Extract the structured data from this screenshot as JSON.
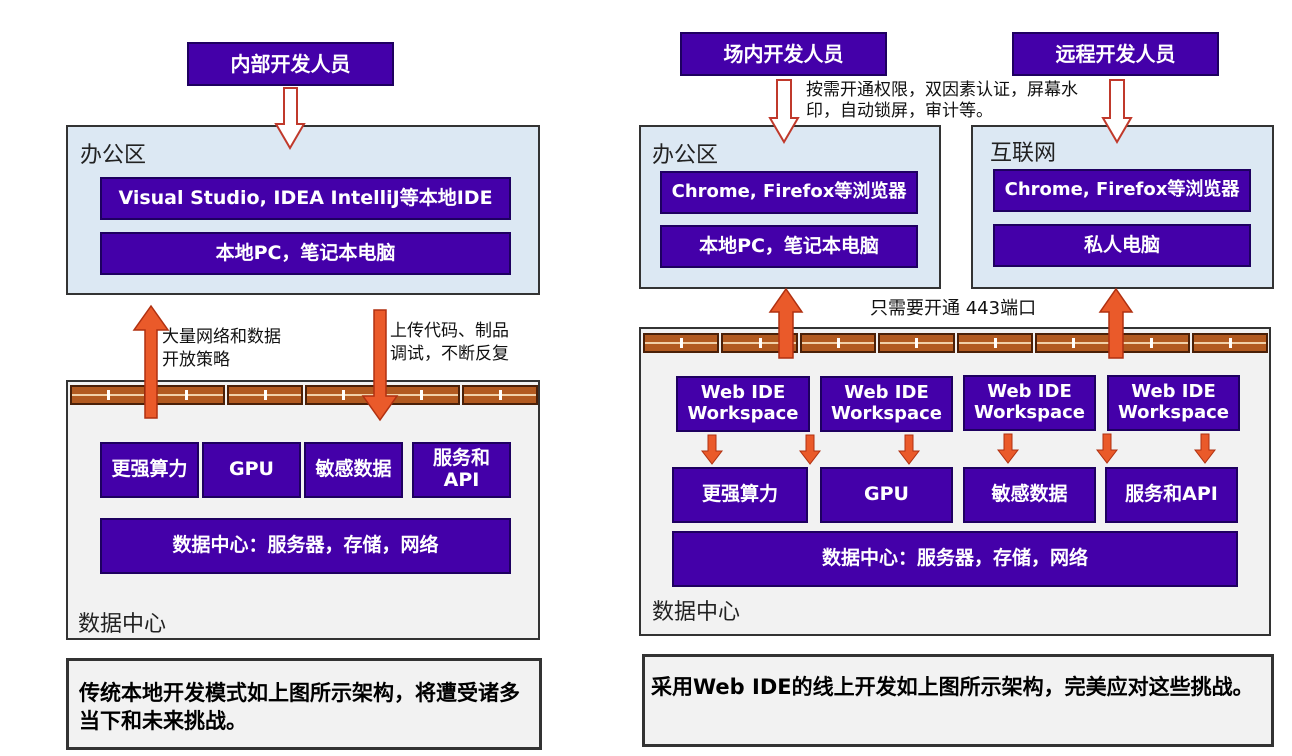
{
  "left": {
    "developer": "内部开发人员",
    "office": {
      "label": "办公区",
      "ide": "Visual Studio, IDEA IntelliJ等本地IDE",
      "pc": "本地PC，笔记本电脑"
    },
    "note_up": "大量网络和数据\n开放策略",
    "note_down": "上传代码、制品\n调试，不断反复",
    "datacenter": {
      "label": "数据中心",
      "compute": "更强算力",
      "gpu": "GPU",
      "sensitive": "敏感数据",
      "services": "服务和\nAPI",
      "base": "数据中心：服务器，存储，网络"
    },
    "caption": "传统本地开发模式如上图所示架构，将遭受诸多当下和未来挑战。"
  },
  "right": {
    "onsite_developer": "场内开发人员",
    "remote_developer": "远程开发人员",
    "access_note": "按需开通权限，双因素认证，屏幕水\n印，自动锁屏，审计等。",
    "office": {
      "label": "办公区",
      "browser": "Chrome, Firefox等浏览器",
      "pc": "本地PC，笔记本电脑"
    },
    "internet": {
      "label": "互联网",
      "browser": "Chrome, Firefox等浏览器",
      "pc": "私人电脑"
    },
    "port_note": "只需要开通 443端口",
    "datacenter": {
      "label": "数据中心",
      "workspaces": [
        "Web IDE\nWorkspace",
        "Web IDE\nWorkspace",
        "Web IDE\nWorkspace",
        "Web IDE\nWorkspace"
      ],
      "compute": "更强算力",
      "gpu": "GPU",
      "sensitive": "敏感数据",
      "services": "服务和API",
      "base": "数据中心：服务器，存储，网络"
    },
    "caption": "采用Web IDE的线上开发如上图所示架构，完美应对这些挑战。"
  },
  "colors": {
    "box_fill": "#4400a9",
    "zone_light": "#dce8f3",
    "zone_grey": "#f2f2f2",
    "arrow_fill": "#ea5a2a",
    "firewall": "#b25a20"
  },
  "icons": [
    "firewall-icon",
    "arrow-up-icon",
    "arrow-down-icon"
  ]
}
